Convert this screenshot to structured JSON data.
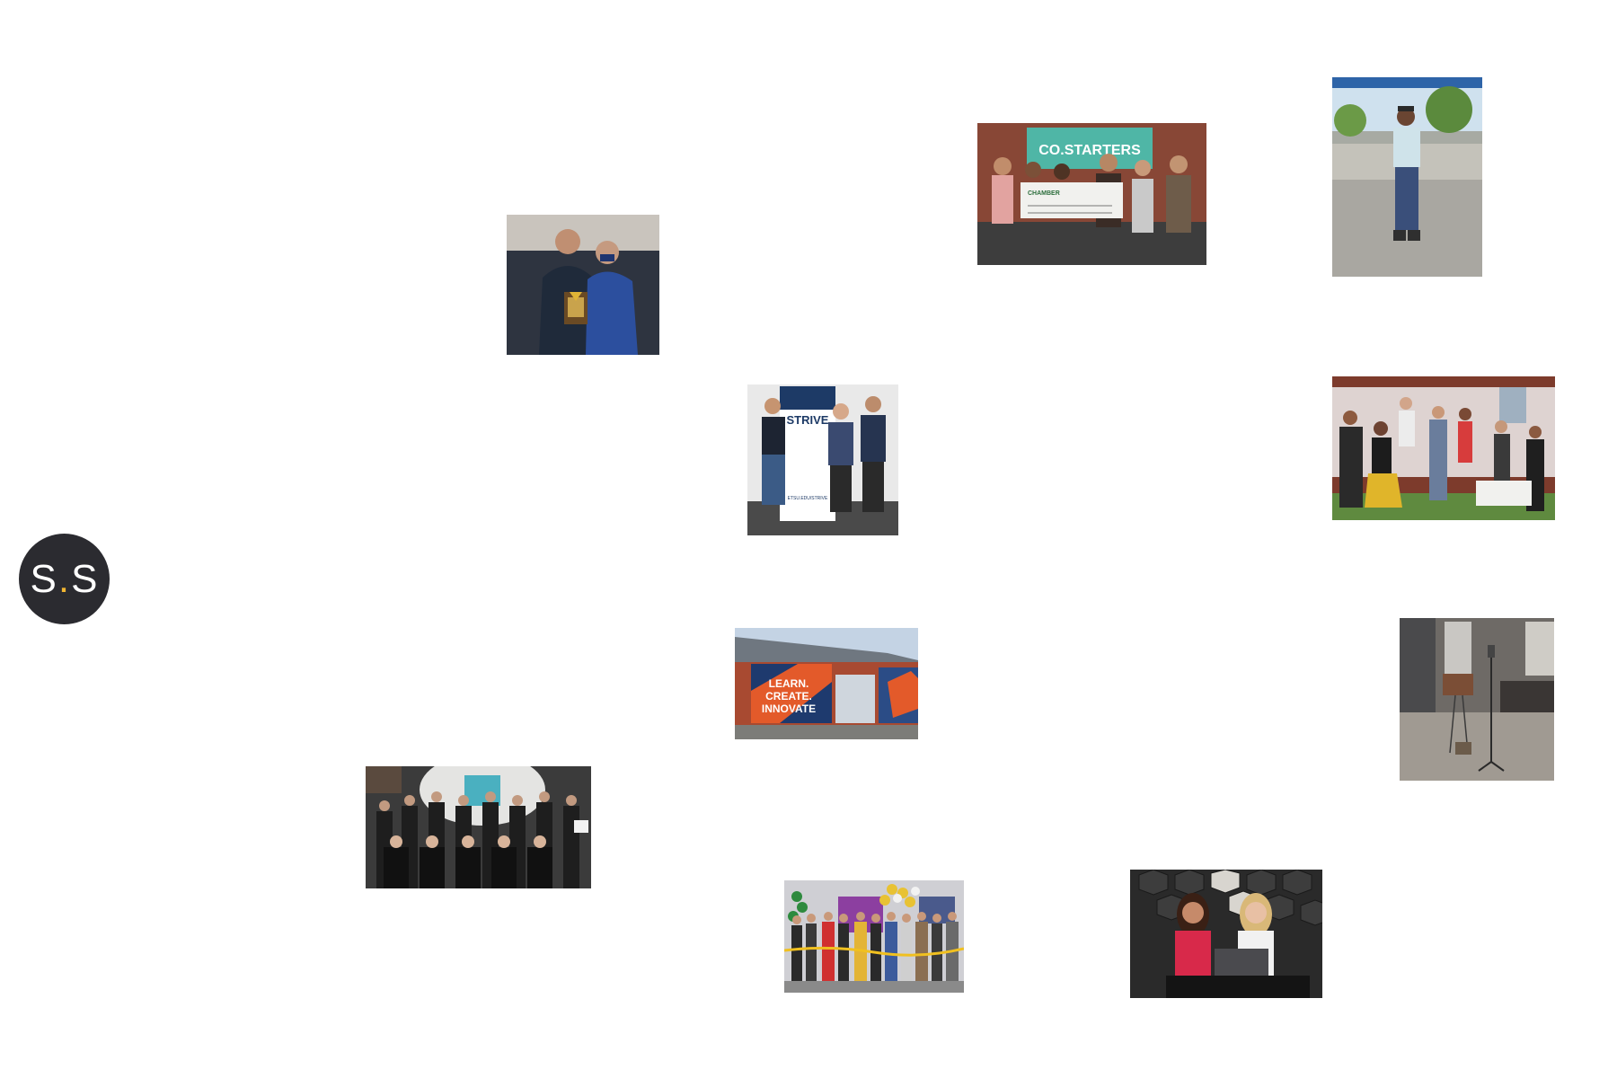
{
  "logo": {
    "left_letter": "S",
    "dot": ".",
    "right_letter": "S",
    "background_color": "#2b2b30",
    "dot_color": "#f2b632"
  },
  "gallery": {
    "photos": [
      {
        "id": "award",
        "subject": "award-plaque-presentation"
      },
      {
        "id": "check",
        "subject": "big-check-presentation",
        "screen_text": "CO.STARTERS",
        "check_text": "CHAMBER"
      },
      {
        "id": "boy",
        "subject": "child-portrait-outdoors"
      },
      {
        "id": "strive",
        "subject": "handshake-strive-banner",
        "banner_text": "STRIVE",
        "banner_url": "ETSU.EDU/STRIVE"
      },
      {
        "id": "group-red",
        "subject": "group-with-check"
      },
      {
        "id": "building",
        "subject": "building-mural",
        "mural_line1": "LEARN.",
        "mural_line2": "CREATE.",
        "mural_line3": "INNOVATE"
      },
      {
        "id": "studio",
        "subject": "empty-studio-microphone"
      },
      {
        "id": "team",
        "subject": "team-group-photo"
      },
      {
        "id": "ribbon",
        "subject": "ribbon-cutting"
      },
      {
        "id": "laptop",
        "subject": "two-women-laptop"
      }
    ]
  }
}
